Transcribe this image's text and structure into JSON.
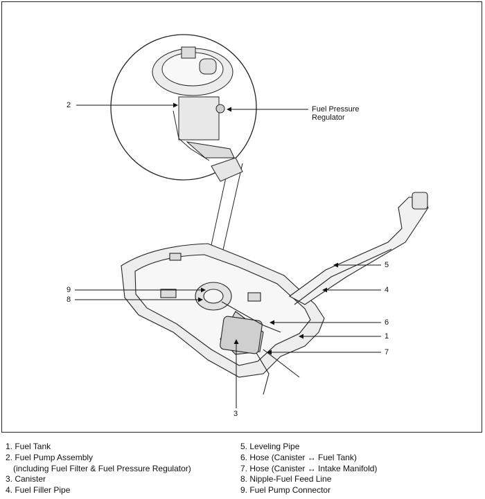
{
  "callouts": {
    "c1": "1",
    "c2": "2",
    "c3": "3",
    "c4": "4",
    "c5": "5",
    "c6": "6",
    "c7": "7",
    "c8": "8",
    "c9": "9",
    "fuel_pressure_regulator_line1": "Fuel Pressure",
    "fuel_pressure_regulator_line2": "Regulator"
  },
  "legend": {
    "left": [
      "1. Fuel Tank",
      "2. Fuel Pump Assembly",
      "(including Fuel Filter & Fuel Pressure Regulator)",
      "3. Canister",
      "4. Fuel Filler Pipe"
    ],
    "right": [
      "5. Leveling Pipe",
      "6. Hose (Canister ↔ Fuel Tank)",
      "7. Hose (Canister ↔ Intake Manifold)",
      "8. Nipple-Fuel Feed Line",
      "9. Fuel Pump Connector"
    ]
  }
}
